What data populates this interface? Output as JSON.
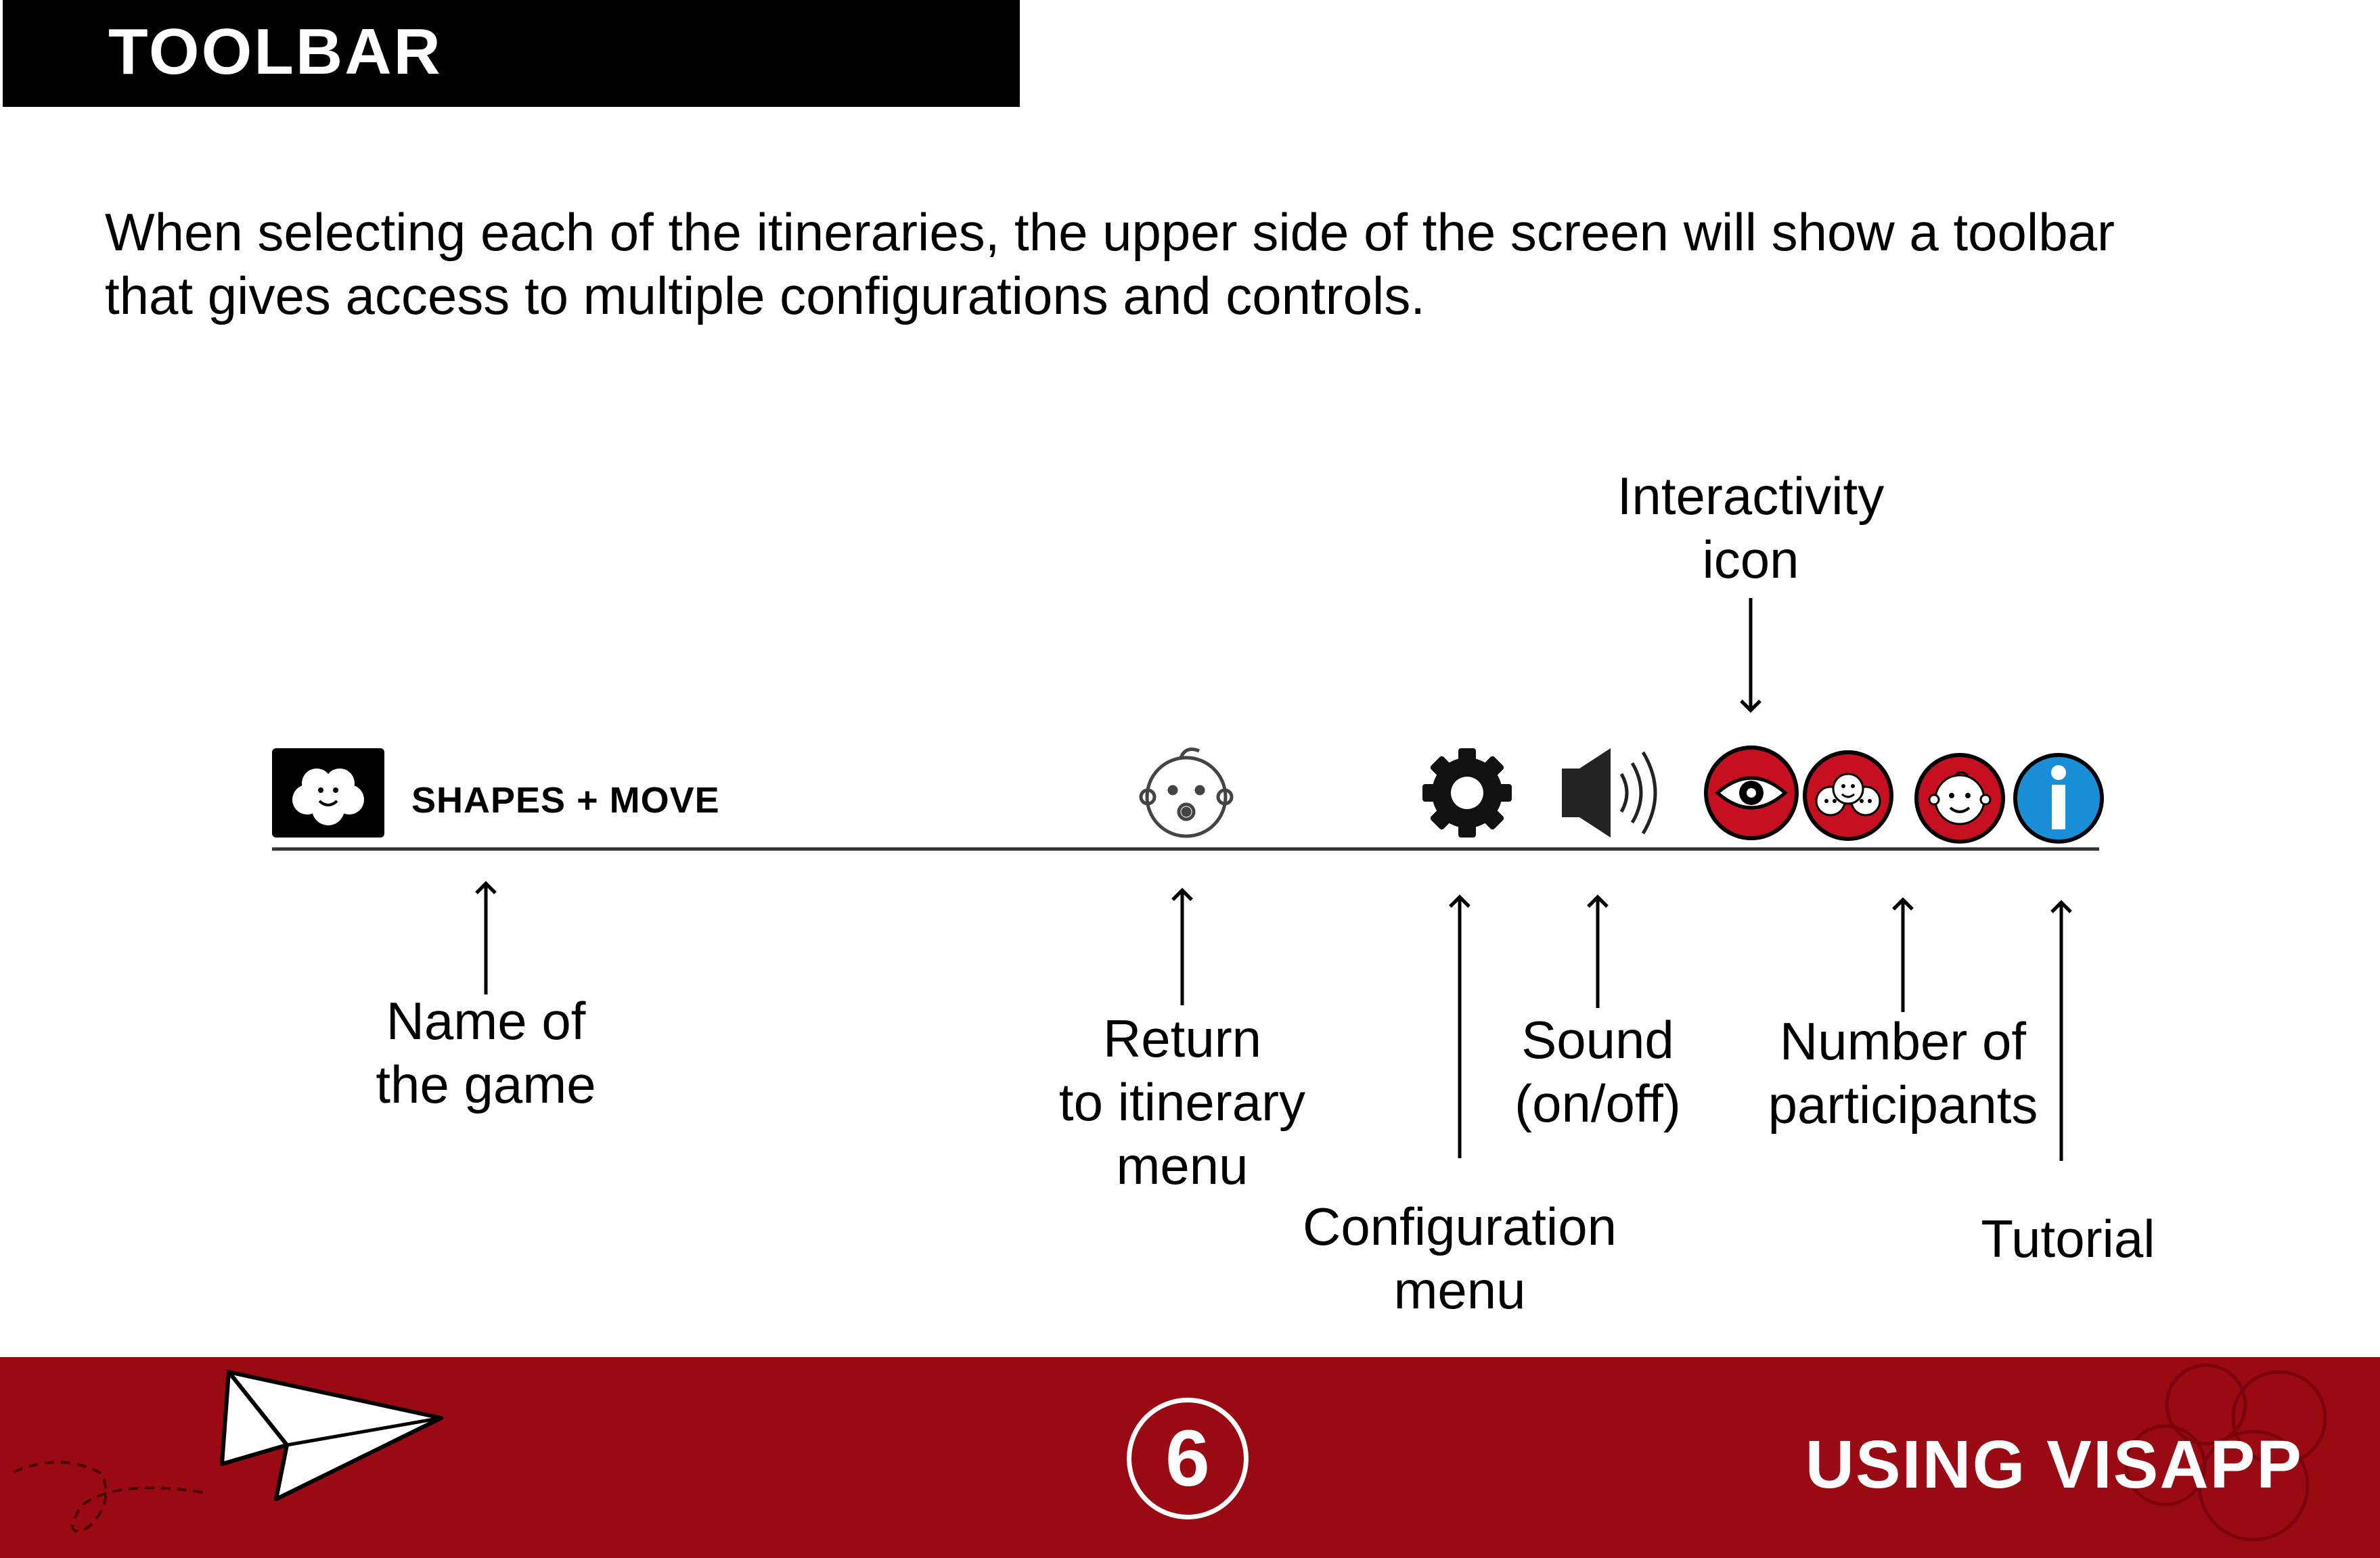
{
  "header": {
    "title": "TOOLBAR"
  },
  "intro": {
    "line1": "When selecting each of the itineraries, the upper side of the screen will show a toolbar",
    "line2": "that gives access to multiple configurations and controls."
  },
  "toolbar": {
    "game_name": "SHAPES + MOVE",
    "icons": [
      "flower-logo-icon",
      "baby-face-icon",
      "gear-icon",
      "speaker-icon",
      "eye-icon",
      "group-faces-icon",
      "child-face-icon",
      "info-icon"
    ]
  },
  "labels": {
    "name_of_game": [
      "Name of",
      "the game"
    ],
    "return_menu": [
      "Return",
      "to itinerary",
      "menu"
    ],
    "configuration_menu": [
      "Configuration",
      "menu"
    ],
    "sound": [
      "Sound",
      "(on/off)"
    ],
    "interactivity": [
      "Interactivity",
      "icon"
    ],
    "participants": [
      "Number of",
      "participants"
    ],
    "tutorial": [
      "Tutorial"
    ]
  },
  "footer": {
    "page_number": "6",
    "title": "USING VISAPP"
  },
  "colors": {
    "footer_red": "#9a0a13",
    "icon_red": "#c7101f",
    "info_blue": "#1a8fd8",
    "header_black": "#000000"
  }
}
